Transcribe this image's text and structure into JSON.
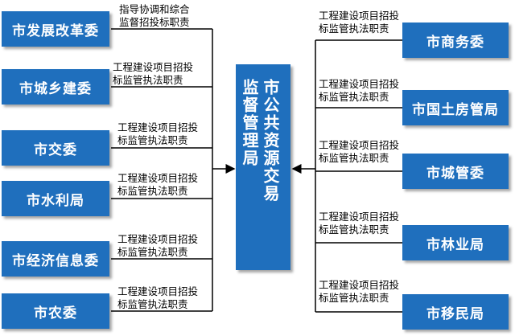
{
  "center": {
    "line1": "市公共资源交易",
    "line2": "监督管理局"
  },
  "left": [
    {
      "name": "市发展改革委",
      "note1": "指导协调和综合",
      "note2": "监督招投标职责"
    },
    {
      "name": "市城乡建委",
      "note1": "工程建设项目招投",
      "note2": "标监管执法职责"
    },
    {
      "name": "市交委",
      "note1": "工程建设项目招投",
      "note2": "标监管执法职责"
    },
    {
      "name": "市水利局",
      "note1": "工程建设项目招投",
      "note2": "标监管执法职责"
    },
    {
      "name": "市经济信息委",
      "note1": "工程建设项目招投",
      "note2": "标监管执法职责"
    },
    {
      "name": "市农委",
      "note1": "工程建设项目招投",
      "note2": "标监管执法职责"
    }
  ],
  "right": [
    {
      "name": "市商务委",
      "note1": "工程建设项目招投",
      "note2": "标监管执法职责"
    },
    {
      "name": "市国土房管局",
      "note1": "工程建设项目招投",
      "note2": "标监管执法职责"
    },
    {
      "name": "市城管委",
      "note1": "工程建设项目招投",
      "note2": "标监管执法职责"
    },
    {
      "name": "市林业局",
      "note1": "工程建设项目招投",
      "note2": "标监管执法职责"
    },
    {
      "name": "市移民局",
      "note1": "工程建设项目招投",
      "note2": "标监管执法职责"
    }
  ]
}
